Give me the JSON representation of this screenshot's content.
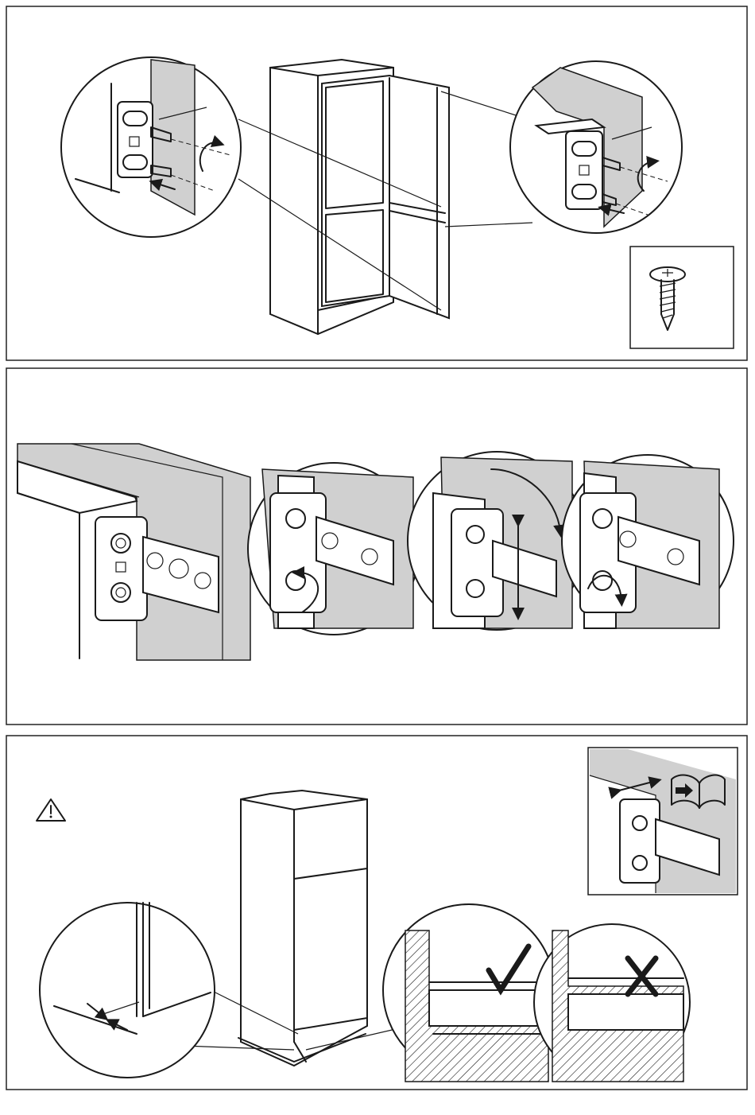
{
  "panels": [
    {
      "name": "step-1",
      "description_icons": [
        "magnifier-circle-left",
        "magnifier-circle-right",
        "screw-icon"
      ]
    },
    {
      "name": "step-2",
      "description_icons": [
        "rotate-arrow-icon",
        "adjust-arrows-icon",
        "rotate-arrow-icon"
      ]
    },
    {
      "name": "step-3",
      "description_icons": [
        "warning-icon",
        "manual-reference-icon",
        "check-icon",
        "cross-icon"
      ]
    }
  ],
  "colors": {
    "line": "#1a1a1a",
    "wall": "#d0d0d0",
    "paper": "#ffffff"
  }
}
